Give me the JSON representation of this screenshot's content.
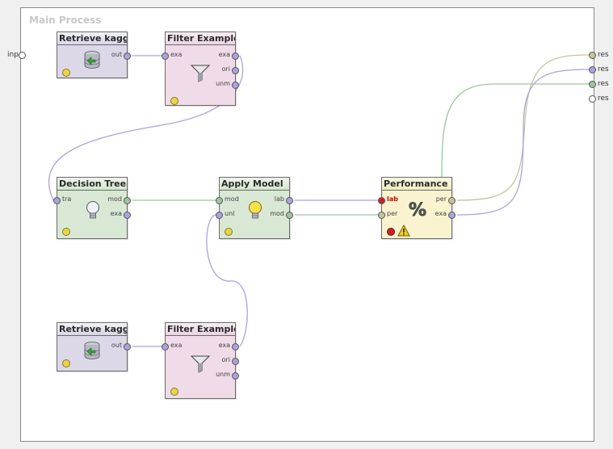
{
  "process": {
    "title": "Main Process"
  },
  "left_ports": [
    {
      "label": "inp"
    }
  ],
  "right_ports": [
    {
      "label": "res",
      "color": "olive"
    },
    {
      "label": "res",
      "color": "purple"
    },
    {
      "label": "res",
      "color": "green"
    },
    {
      "label": "res",
      "color": "white"
    }
  ],
  "operators": {
    "retrieve1": {
      "title": "Retrieve kagg...",
      "out_ports": [
        "out"
      ]
    },
    "filter1": {
      "title": "Filter Examples",
      "in_ports": [
        "exa"
      ],
      "out_ports": [
        "exa",
        "ori",
        "unm"
      ]
    },
    "tree": {
      "title": "Decision Tree",
      "in_ports": [
        "tra"
      ],
      "out_ports": [
        "mod",
        "exa"
      ]
    },
    "apply": {
      "title": "Apply Model",
      "in_ports": [
        "mod",
        "unl"
      ],
      "out_ports": [
        "lab",
        "mod"
      ]
    },
    "perf": {
      "title": "Performance",
      "in_ports": [
        "lab",
        "per"
      ],
      "out_ports": [
        "per",
        "exa"
      ]
    },
    "retrieve2": {
      "title": "Retrieve kagg...",
      "out_ports": [
        "out"
      ]
    },
    "filter2": {
      "title": "Filter Example...",
      "in_ports": [
        "exa"
      ],
      "out_ports": [
        "exa",
        "ori",
        "unm"
      ]
    }
  },
  "colors": {
    "purple": "#a9a3e0",
    "green": "#9cc69c",
    "olive": "#c7c49a",
    "error": "#cc2222"
  }
}
